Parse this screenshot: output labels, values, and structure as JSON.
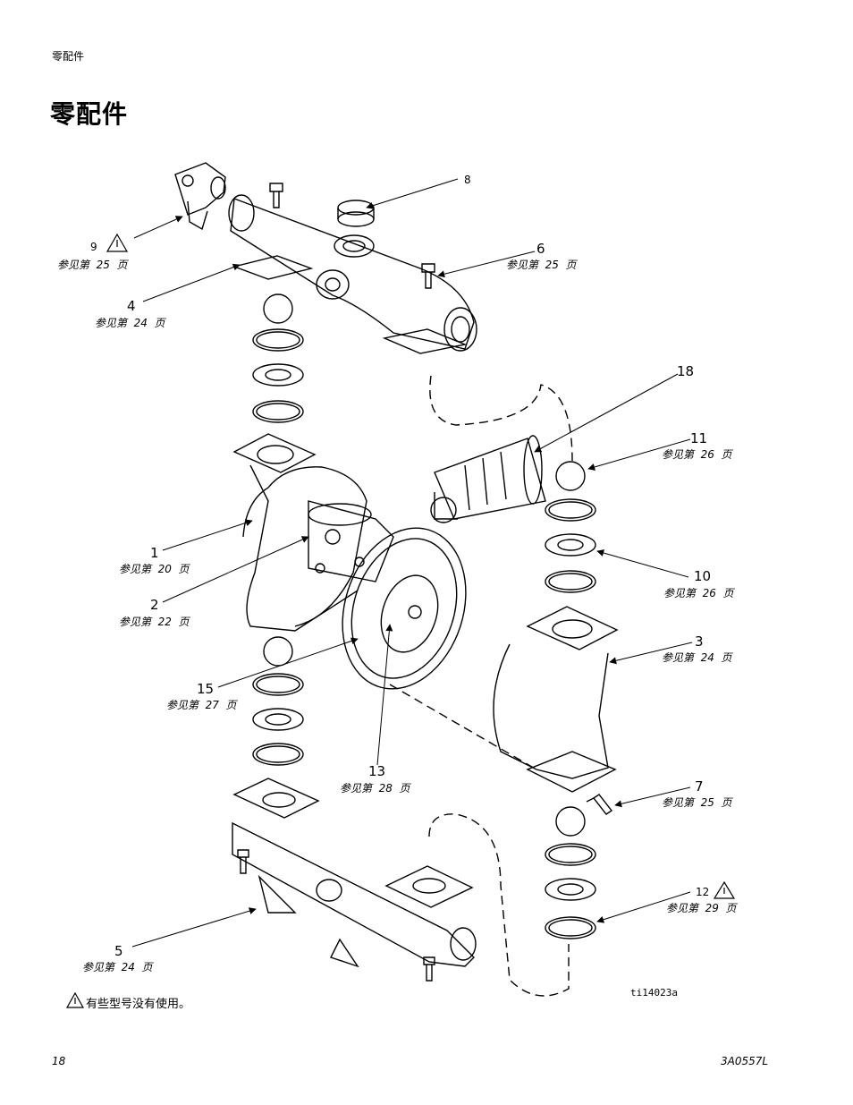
{
  "header": {
    "section": "零配件"
  },
  "title": "零配件",
  "callouts": [
    {
      "id": "c1",
      "num": "1",
      "ref": "参见第  20  页"
    },
    {
      "id": "c2",
      "num": "2",
      "ref": "参见第  22  页"
    },
    {
      "id": "c3",
      "num": "3",
      "ref": "参见第  24  页"
    },
    {
      "id": "c4",
      "num": "4",
      "ref": "参见第  24  页"
    },
    {
      "id": "c5",
      "num": "5",
      "ref": "参见第  24  页"
    },
    {
      "id": "c6",
      "num": "6",
      "ref": "参见第  25  页"
    },
    {
      "id": "c7",
      "num": "7",
      "ref": "参见第  25  页"
    },
    {
      "id": "c8",
      "num": "8",
      "ref": ""
    },
    {
      "id": "c9",
      "num": "9",
      "ref": "参见第  25  页"
    },
    {
      "id": "c10",
      "num": "10",
      "ref": "参见第  26  页"
    },
    {
      "id": "c11",
      "num": "11",
      "ref": "参见第  26  页"
    },
    {
      "id": "c12",
      "num": "12",
      "ref": "参见第  29  页"
    },
    {
      "id": "c13",
      "num": "13",
      "ref": "参见第  28  页"
    },
    {
      "id": "c15",
      "num": "15",
      "ref": "参见第  27  页"
    },
    {
      "id": "c18",
      "num": "18",
      "ref": ""
    }
  ],
  "figure_id": "ti14023a",
  "footnote": "有些型号没有使用。",
  "footer": {
    "page": "18",
    "doc": "3A0557L"
  }
}
